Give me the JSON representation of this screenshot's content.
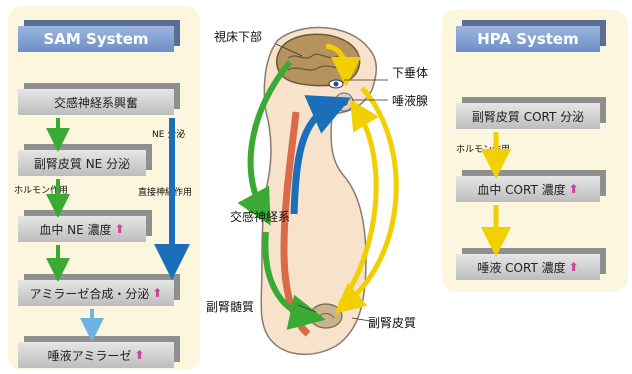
{
  "sam": {
    "title": "SAM System",
    "box1": "交感神経系興奮",
    "box2": "副腎皮質 NE 分泌",
    "note_hormone": "ホルモン作用",
    "box3": "血中 NE 濃度",
    "note_ne": "NE 分泌",
    "note_direct": "直接神経作用",
    "box4": "アミラーゼ合成・分泌",
    "box5": "唾液アミラーゼ"
  },
  "hpa": {
    "title": "HPA System",
    "box1": "副腎皮質 CORT 分泌",
    "note_hormone": "ホルモン作用",
    "box2": "血中 CORT 濃度",
    "box3": "唾液 CORT 濃度"
  },
  "body": {
    "hypothalamus": "視床下部",
    "pituitary": "下垂体",
    "salivary": "唾液腺",
    "sympathetic": "交感神経系",
    "medulla": "副腎髄質",
    "cortex": "副腎皮質"
  },
  "up_mark": "⬆",
  "colors": {
    "green": "#3aaa35",
    "blue": "#1b6fb8",
    "yellow": "#f2cf00",
    "light_blue": "#6cb4e4",
    "up_arrow": "#d4409a"
  }
}
